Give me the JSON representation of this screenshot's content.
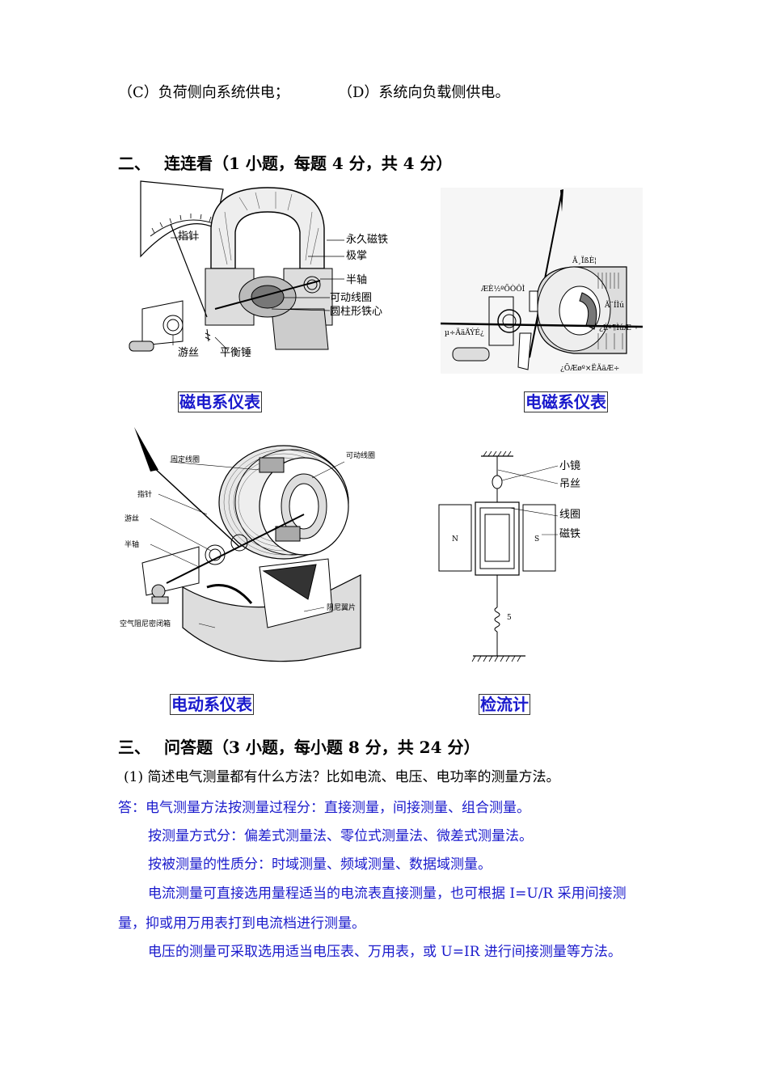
{
  "options": {
    "c": "（C）负荷侧向系统供电；",
    "d": "（D）系统向负载侧供电。"
  },
  "section2": {
    "num": "二、",
    "title": "连连看（1 小题，每题 4 分，共 4 分）"
  },
  "figures": {
    "fig1": {
      "caption": "磁电系仪表",
      "labels": [
        "指针",
        "永久磁铁",
        "极掌",
        "半轴",
        "可动线圈",
        "圆柱形铁心",
        "游丝",
        "平衡锤"
      ]
    },
    "fig2": {
      "caption": "电磁系仪表",
      "labels": [
        "Ã¸ÏßÈ¦",
        "ÆÈ½ºÕÒÔÌ",
        "Ã¨ÍÌú",
        "µ÷ÄäÃÝÉ¿",
        "¿Éº¶ÌúÆ¬",
        "¿ÕÆøº×ËÄäÆ÷"
      ]
    },
    "fig3": {
      "caption": "电动系仪表",
      "labels": [
        "固定线圈",
        "可动线圈",
        "指针",
        "游丝",
        "半轴",
        "阻尼翼片",
        "空气阻尼密闭箱"
      ]
    },
    "fig4": {
      "caption": "检流计",
      "labels": [
        "小镜",
        "吊丝",
        "线圈",
        "磁铁",
        "N",
        "S",
        "5"
      ]
    }
  },
  "section3": {
    "num": "三、",
    "title": "问答题（3 小题，每小题 8 分，共 24 分）",
    "question1": "(1) 简述电气测量都有什么方法？比如电流、电压、电功率的测量方法。",
    "answer_lines": [
      "答：电气测量方法按测量过程分：直接测量，间接测量、组合测量。",
      "按测量方式分：偏差式测量法、零位式测量法、微差式测量法。",
      "按被测量的性质分：时域测量、频域测量、数据域测量。",
      "电流测量可直接选用量程适当的电流表直接测量，也可根据 I=U/R 采用间接测",
      "量，抑或用万用表打到电流档进行测量。",
      "电压的测量可采取选用适当电压表、万用表，或 U=IR 进行间接测量等方法。"
    ]
  },
  "colors": {
    "answer": "#1a1acc",
    "caption": "#1a1acc"
  }
}
